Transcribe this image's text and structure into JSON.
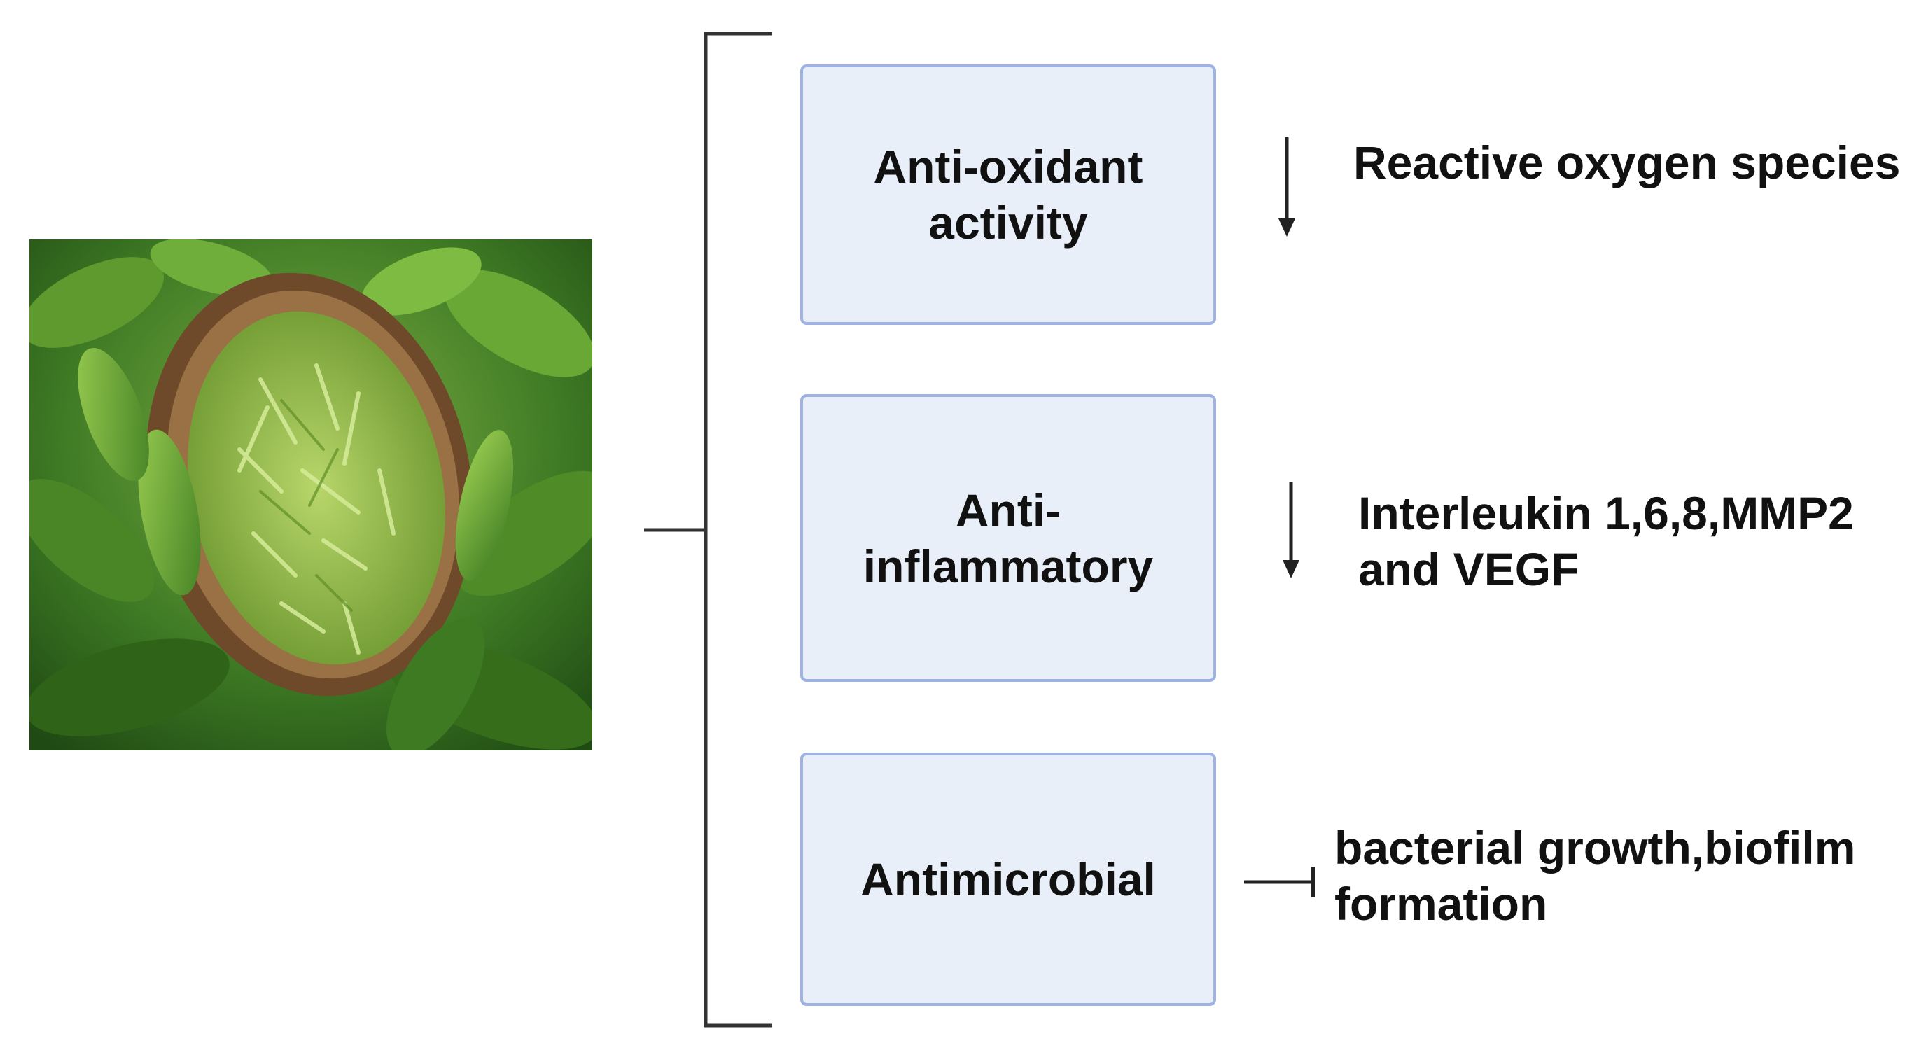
{
  "image": {
    "icon": "green-tea-basket-photo"
  },
  "colors": {
    "box_fill": "#e9eff9",
    "box_border": "#9fb3e3",
    "line": "#333333",
    "text": "#111111"
  },
  "activities": [
    {
      "label_lines": [
        "Anti-oxidant",
        "activity"
      ],
      "effect_type": "decrease",
      "effect_icon": "down-arrow-icon",
      "effect_lines": [
        "Reactive oxygen species"
      ]
    },
    {
      "label_lines": [
        "Anti-",
        "inflammatory"
      ],
      "effect_type": "decrease",
      "effect_icon": "down-arrow-icon",
      "effect_lines": [
        "Interleukin 1,6,8,MMP2",
        "and VEGF"
      ]
    },
    {
      "label_lines": [
        "Antimicrobial"
      ],
      "effect_type": "inhibition",
      "effect_icon": "inhibition-arrow-icon",
      "effect_lines": [
        "bacterial growth,biofilm",
        "formation"
      ]
    }
  ]
}
